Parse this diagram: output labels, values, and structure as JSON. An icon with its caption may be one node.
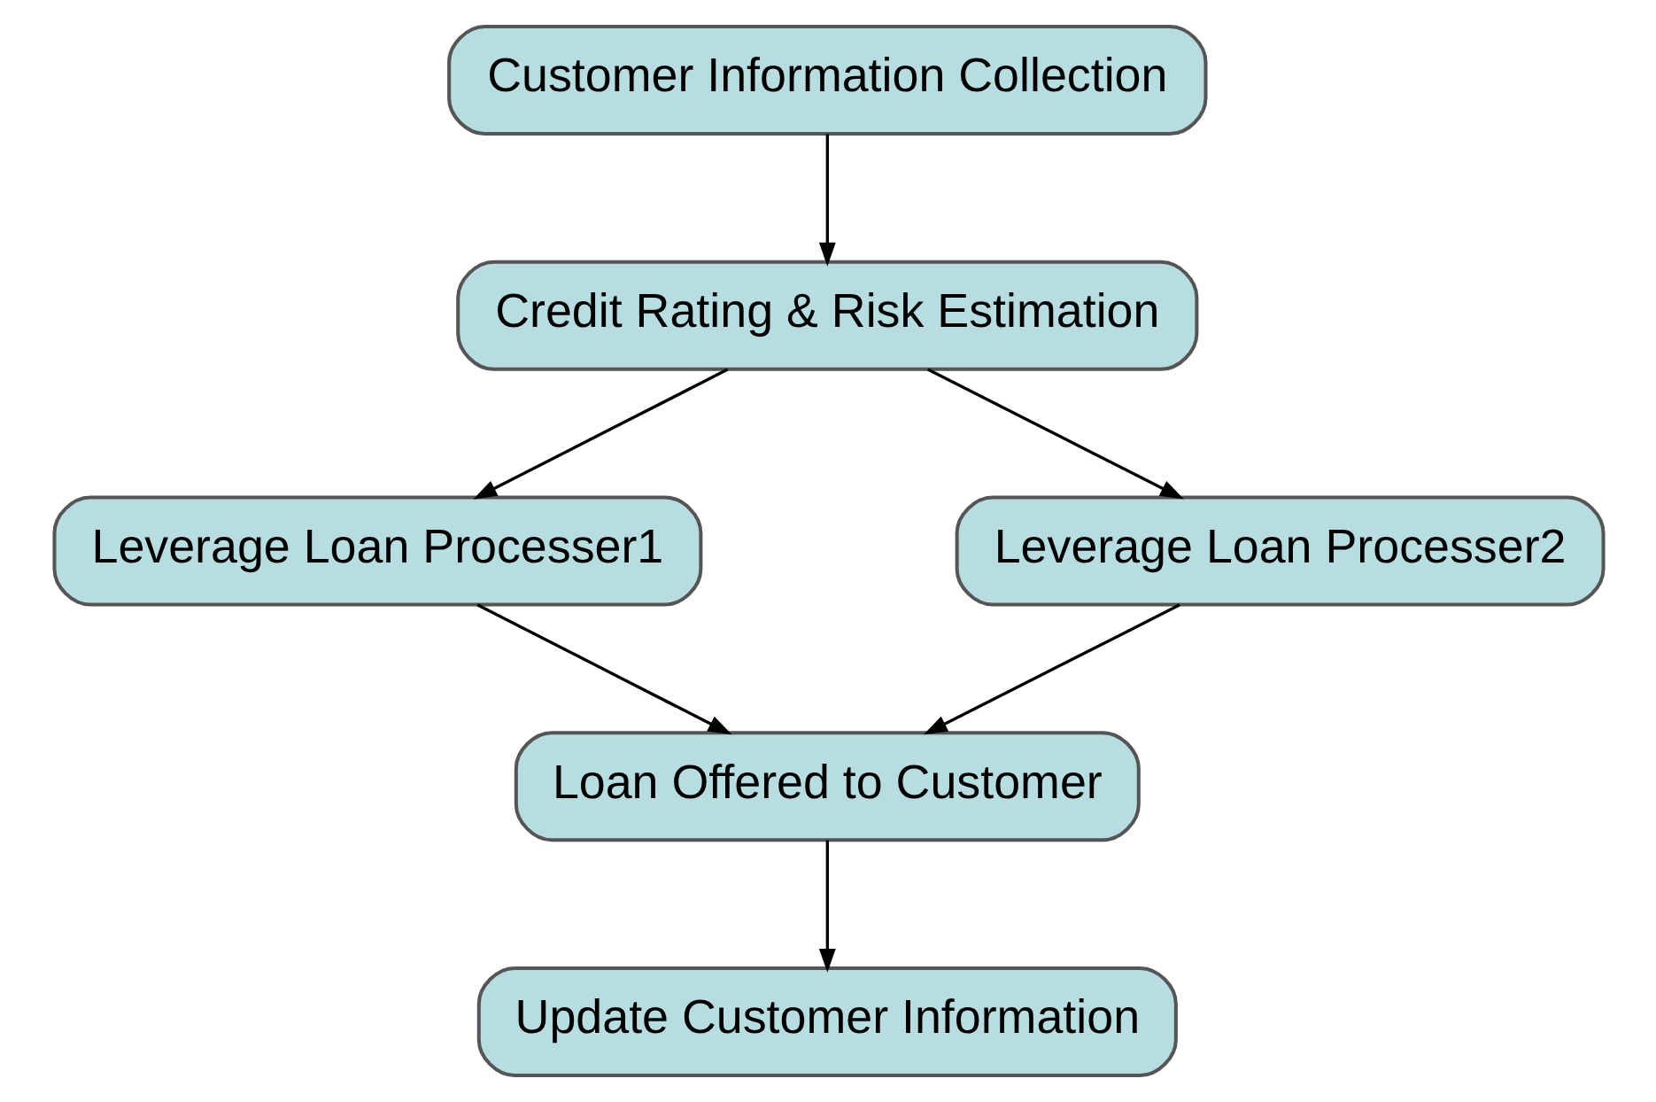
{
  "diagram": {
    "nodes": [
      {
        "text": [
          "Customer Information Collection"
        ]
      },
      {
        "text": [
          "Credit Rating & Risk Estimation"
        ]
      },
      {
        "text": [
          "Leverage Loan Processer1"
        ]
      },
      {
        "text": [
          "Leverage Loan Processer2"
        ]
      },
      {
        "text": [
          "Loan Offered to Customer"
        ]
      },
      {
        "text": [
          "Update Customer Information"
        ]
      }
    ],
    "edges": [
      {
        "from": 0,
        "to": 1,
        "arrow": "to"
      },
      {
        "from": 1,
        "to": 2,
        "arrow": "to"
      },
      {
        "from": 1,
        "to": 3,
        "arrow": "to"
      },
      {
        "from": 2,
        "to": 4,
        "arrow": "to"
      },
      {
        "from": 3,
        "to": 4,
        "arrow": "to"
      },
      {
        "from": 4,
        "to": 5,
        "arrow": "to"
      }
    ]
  }
}
